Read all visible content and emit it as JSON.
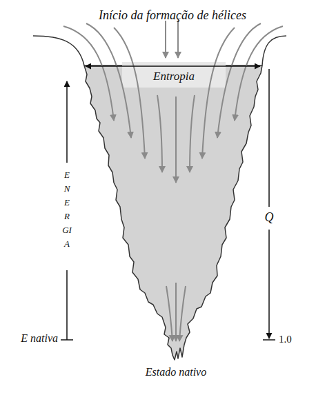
{
  "diagram": {
    "nodes": [
      {
        "text": [
          "Entropia"
        ]
      }
    ],
    "labels": [
      "Início da formação de hélices",
      "ENERGIA",
      "Q",
      "E nativa",
      "1.0",
      "Estado nativo"
    ]
  }
}
